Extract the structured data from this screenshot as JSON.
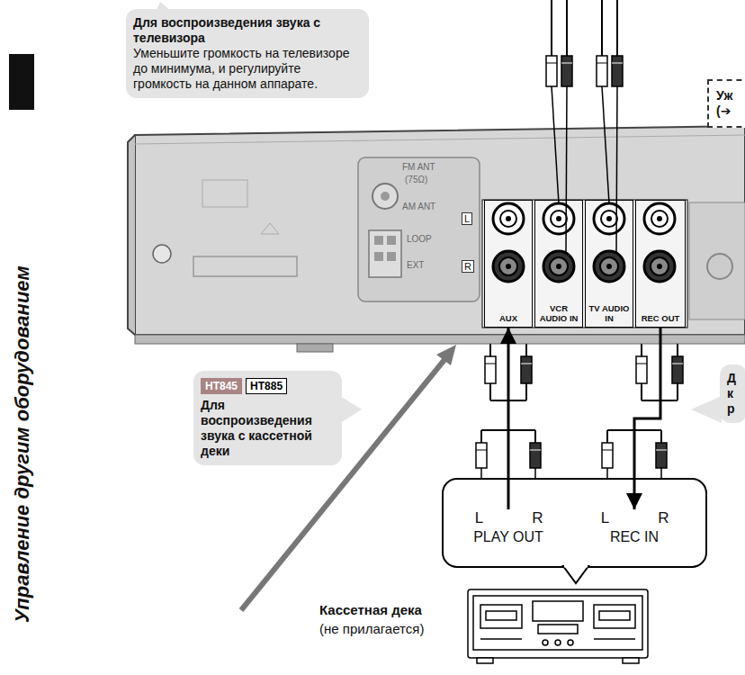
{
  "diagram": {
    "nodes": [
      {
        "text": [
          "Для воспроизведения звука с телевизора",
          "Уменьшите громкость на телевизоре до минимума, и регулируйте громкость на данном аппарате."
        ]
      },
      {
        "text": [
          "Уж",
          "(➔"
        ]
      },
      {
        "text": [
          "AUX"
        ]
      },
      {
        "text": [
          "VCR AUDIO IN"
        ]
      },
      {
        "text": [
          "TV AUDIO IN"
        ]
      },
      {
        "text": [
          "REC OUT"
        ]
      },
      {
        "text": [
          "HT845",
          "HT885",
          "Для воспроизведения звука с кассетной деки"
        ]
      },
      {
        "text": [
          "Д к р"
        ]
      },
      {
        "text": [
          "L",
          "R",
          "PLAY OUT"
        ]
      },
      {
        "text": [
          "L",
          "R",
          "REC IN"
        ]
      },
      {
        "text": [
          "Кассетная дека",
          "(не прилагается)"
        ]
      }
    ],
    "edges": [
      {
        "from": 8,
        "to": 2,
        "arrow": "to"
      },
      {
        "from": 5,
        "to": 9,
        "arrow": "to"
      }
    ],
    "labels": [
      "Управление другим оборудованием",
      "FM ANT",
      "(75Ω)",
      "AM ANT",
      "LOOP",
      "EXT",
      "L",
      "R"
    ]
  }
}
